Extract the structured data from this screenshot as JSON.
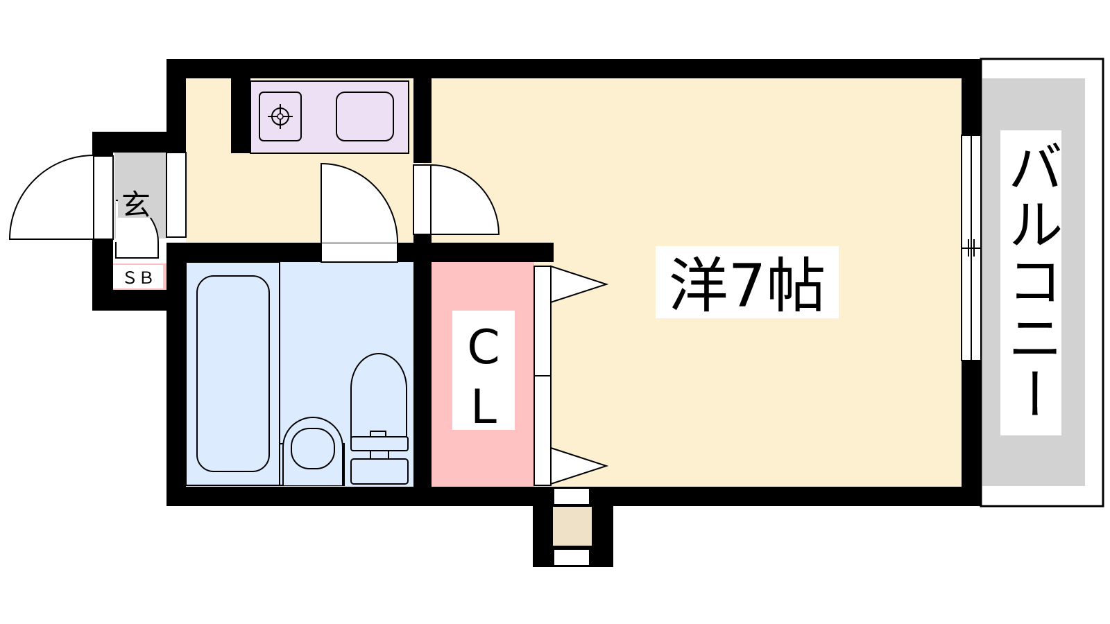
{
  "rooms": {
    "western": {
      "label": "洋7帖",
      "color": "#fdf0d0"
    },
    "balcony": {
      "label": "バルコニー",
      "color": "#d2d2d2"
    },
    "closet": {
      "label_c": "C",
      "label_l": "L",
      "color": "#fec2c2"
    },
    "entrance": {
      "label": "玄",
      "color": "#d2d2d2"
    },
    "shoe_box": {
      "label": "ＳＢ",
      "color": "#fec2c2"
    },
    "kitchen": {
      "color": "#fdf0d0",
      "counter_color": "#ede0f4"
    },
    "bathroom": {
      "color": "#dcecfe"
    },
    "storage": {
      "color": "#efe0c8"
    }
  },
  "colors": {
    "wall": "#000000",
    "fixture_stroke": "#000000"
  },
  "icons": [
    "gas-stove-icon",
    "kitchen-sink-icon",
    "bathtub-icon",
    "washbasin-icon",
    "toilet-icon"
  ]
}
